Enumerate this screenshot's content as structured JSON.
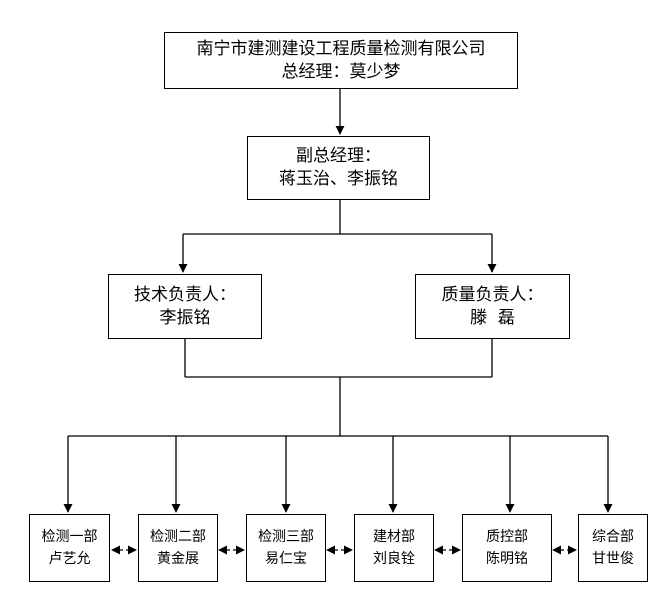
{
  "company": {
    "name": "南宁市建测建设工程质量检测有限公司",
    "gm": "总经理：莫少梦"
  },
  "deputy": {
    "title": "副总经理：",
    "names": "蒋玉治、李振铭"
  },
  "technical": {
    "title": "技术负责人：",
    "name": "李振铭"
  },
  "quality": {
    "title": "质量负责人：",
    "name": "滕  磊"
  },
  "departments": [
    {
      "name": "检测一部",
      "person": "卢艺允"
    },
    {
      "name": "检测二部",
      "person": "黄金展"
    },
    {
      "name": "检测三部",
      "person": "易仁宝"
    },
    {
      "name": "建材部",
      "person": "刘良铨"
    },
    {
      "name": "质控部",
      "person": "陈明铭"
    },
    {
      "name": "综合部",
      "person": "甘世俊"
    }
  ]
}
